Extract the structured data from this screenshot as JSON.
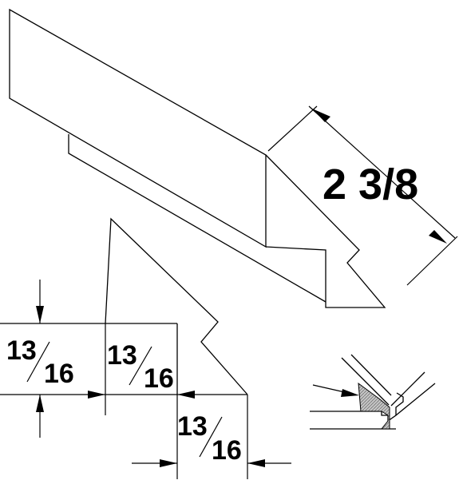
{
  "dimensions": {
    "main_width": "2 3/8",
    "thickness_left": {
      "numerator": "13",
      "denominator": "16"
    },
    "thickness_middle": {
      "numerator": "13",
      "denominator": "16"
    },
    "thickness_bottom": {
      "numerator": "13",
      "denominator": "16"
    }
  },
  "colors": {
    "line": "#000000",
    "hatch_fill": "#bdbdbd",
    "background": "#ffffff"
  }
}
